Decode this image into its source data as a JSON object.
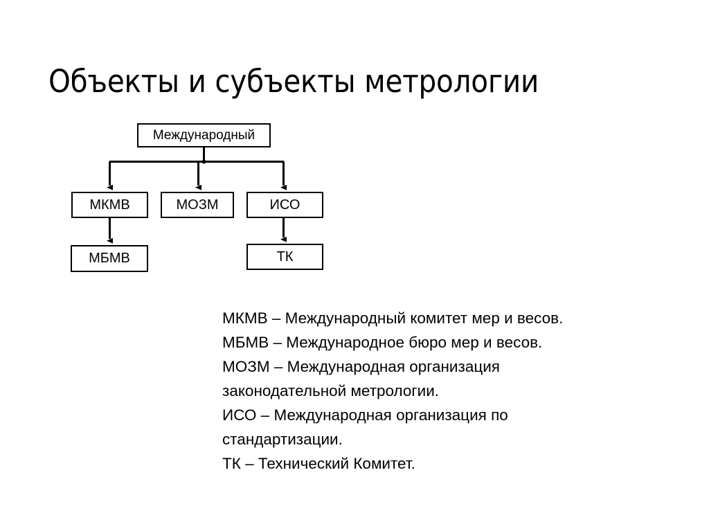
{
  "slide": {
    "title": "Объекты и субъекты метрологии",
    "background_color": "#ffffff",
    "text_color": "#000000",
    "line_color": "#000000"
  },
  "diagram": {
    "type": "hierarchy-tree",
    "root": {
      "id": "root",
      "label": "Международный"
    },
    "level2": [
      {
        "id": "mkmv",
        "label": "МКМВ"
      },
      {
        "id": "mozm",
        "label": "МОЗМ"
      },
      {
        "id": "iso",
        "label": "ИСО"
      }
    ],
    "level3": [
      {
        "id": "mbmv",
        "label": "МБМВ",
        "parent": "mkmv"
      },
      {
        "id": "tk",
        "label": "ТК",
        "parent": "iso"
      }
    ],
    "edges": [
      {
        "from": "root",
        "to": "mkmv"
      },
      {
        "from": "root",
        "to": "mozm"
      },
      {
        "from": "root",
        "to": "iso"
      },
      {
        "from": "mkmv",
        "to": "mbmv"
      },
      {
        "from": "iso",
        "to": "tk"
      }
    ]
  },
  "legend": {
    "lines": [
      "МКМВ – Международный комитет мер и весов.",
      "МБМВ – Международное бюро мер и весов.",
      "МОЗМ – Международная организация",
      "законодательной метрологии.",
      "ИСО – Международная организация по",
      "стандартизации.",
      "ТК – Технический Комитет."
    ]
  }
}
